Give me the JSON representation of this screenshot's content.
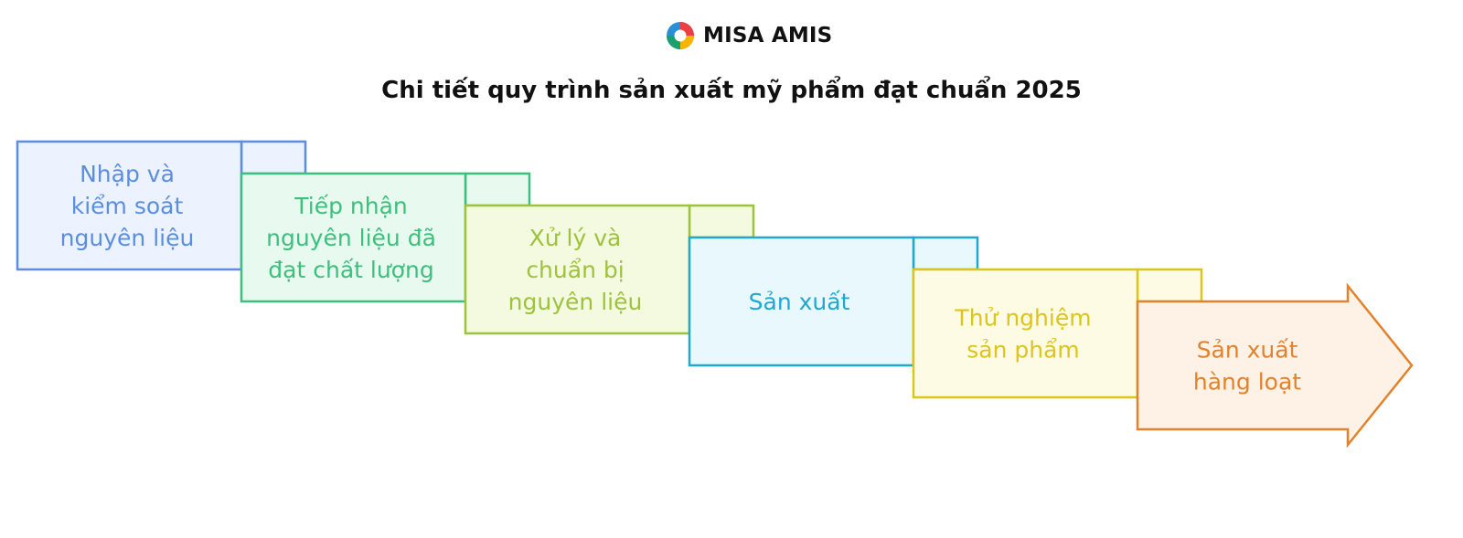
{
  "brand": {
    "name": "MISA AMIS",
    "logo_icon": "misa-amis-swirl-icon",
    "logo_colors": [
      "#ef3e42",
      "#f7b500",
      "#1aa06d",
      "#2b8fd6"
    ]
  },
  "title": "Chi tiết quy trình sản xuất mỹ phẩm đạt chuẩn 2025",
  "steps": [
    {
      "lines": [
        "Nhập và",
        "kiểm soát",
        "nguyên liệu"
      ],
      "stroke": "#5b8ee0",
      "fill": "#ecf2fe",
      "text_color": "#5b8ee0"
    },
    {
      "lines": [
        "Tiếp nhận",
        "nguyên liệu đã",
        "đạt chất lượng"
      ],
      "stroke": "#3dbf7d",
      "fill": "#e8f9ef",
      "text_color": "#3dbf7d"
    },
    {
      "lines": [
        "Xử lý và",
        "chuẩn bị",
        "nguyên liệu"
      ],
      "stroke": "#9ec23c",
      "fill": "#f3fadf",
      "text_color": "#9ec23c"
    },
    {
      "lines": [
        "Sản xuất"
      ],
      "stroke": "#20a7d2",
      "fill": "#e8f8fd",
      "text_color": "#20a7d2"
    },
    {
      "lines": [
        "Thử nghiệm",
        "sản phẩm"
      ],
      "stroke": "#dcc51c",
      "fill": "#fdfbe3",
      "text_color": "#dcc51c"
    },
    {
      "lines": [
        "Sản xuất",
        "hàng loạt"
      ],
      "stroke": "#e2822c",
      "fill": "#fef1e6",
      "text_color": "#e2822c"
    }
  ]
}
